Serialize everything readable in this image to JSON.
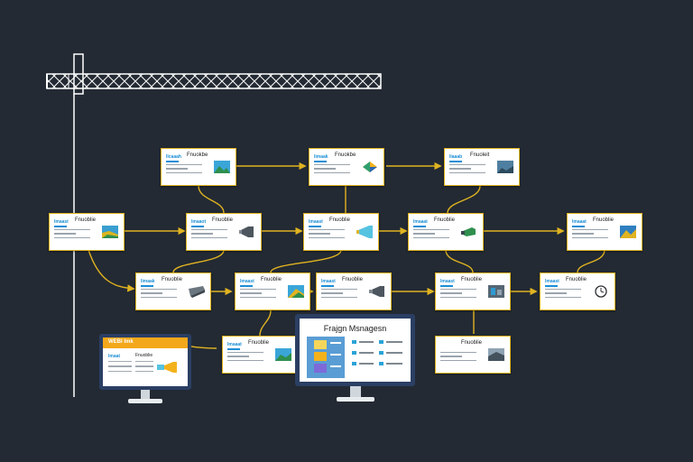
{
  "colors": {
    "background": "#232a33",
    "connector": "#e0b321",
    "card_border": "#e0b321",
    "chip_text": "#1c8fd6",
    "monitor_frame": "#2b3f63",
    "header_bar": "#f3a81b",
    "truss": "#ffffff"
  },
  "icons": {
    "row1": [
      "landscape-icon",
      "cube-icon",
      "landscape-icon"
    ],
    "row2": [
      "landscape-icon",
      "funnel-icon",
      "funnel-icon",
      "camera-icon",
      "landscape-icon"
    ],
    "row3": [
      "funnel-icon",
      "chart-icon",
      "funnel-icon",
      "chart-icon",
      "clock-icon"
    ],
    "row4": [
      "chart-icon",
      "chart-icon"
    ]
  },
  "cards": {
    "r1c1": {
      "chip": "Ilcaaah",
      "title": "Fnuokbe"
    },
    "r1c2": {
      "chip": "Iimaak",
      "title": "Fnuokbe"
    },
    "r1c3": {
      "chip": "Iiaaab",
      "title": "Fnuoleit"
    },
    "r2c1": {
      "chip": "Imaast",
      "title": "Fnuoblie"
    },
    "r2c2": {
      "chip": "Imaaot",
      "title": "Fnuoblie"
    },
    "r2c3": {
      "chip": "Imaast",
      "title": "Fnuoblie"
    },
    "r2c4": {
      "chip": "Imaaat",
      "title": "Fnuoblie"
    },
    "r2c5": {
      "chip": "Imaaat",
      "title": "Fnuoblie"
    },
    "r3c1": {
      "chip": "Iimaak",
      "title": "Fnuoblie"
    },
    "r3c2": {
      "chip": "Imaast",
      "title": "Fnuoblie"
    },
    "r3c3": {
      "chip": "Imaast",
      "title": "Fnuoblie"
    },
    "r3c4": {
      "chip": "Imaast",
      "title": "Fnuoblie"
    },
    "r3c5": {
      "chip": "Imaast",
      "title": "Fnuoblie"
    },
    "r4c1": {
      "chip": "Imaaat",
      "title": "Fnuoblie"
    },
    "r4c2": {
      "chip": "",
      "title": "Fnuoblie"
    }
  },
  "monitors": {
    "left": {
      "header": "WEBI Imk",
      "chip": "Imaat",
      "title": "Fnuoblie"
    },
    "center": {
      "title": "Frajgn Msnagesn"
    }
  }
}
